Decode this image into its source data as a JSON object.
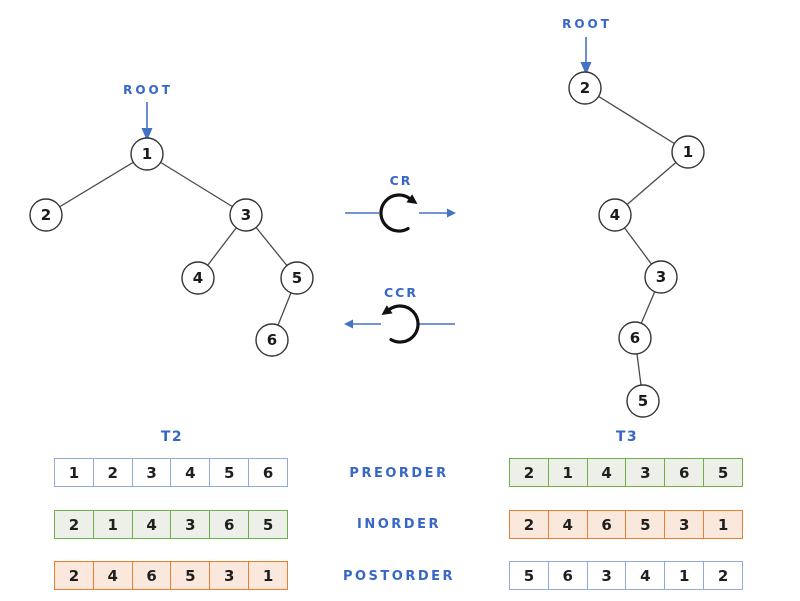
{
  "left_tree": {
    "root_label": "ROOT",
    "nodes": [
      "1",
      "2",
      "3",
      "4",
      "5",
      "6"
    ],
    "edges": [
      [
        "1",
        "2"
      ],
      [
        "1",
        "3"
      ],
      [
        "3",
        "4"
      ],
      [
        "3",
        "5"
      ],
      [
        "5",
        "6"
      ]
    ]
  },
  "right_tree": {
    "root_label": "ROOT",
    "nodes": [
      "2",
      "1",
      "4",
      "3",
      "6",
      "5"
    ],
    "edges": [
      [
        "2",
        "1"
      ],
      [
        "1",
        "4"
      ],
      [
        "4",
        "3"
      ],
      [
        "3",
        "6"
      ],
      [
        "6",
        "5"
      ]
    ]
  },
  "rotations": {
    "clockwise_label": "CR",
    "counterclockwise_label": "CCR"
  },
  "traversals": {
    "labels": [
      "PREORDER",
      "INORDER",
      "POSTORDER"
    ],
    "t2": {
      "title": "T2",
      "preorder": [
        "1",
        "2",
        "3",
        "4",
        "5",
        "6"
      ],
      "inorder": [
        "2",
        "1",
        "4",
        "3",
        "6",
        "5"
      ],
      "postorder": [
        "2",
        "4",
        "6",
        "5",
        "3",
        "1"
      ]
    },
    "t3": {
      "title": "T3",
      "preorder": [
        "2",
        "1",
        "4",
        "3",
        "6",
        "5"
      ],
      "inorder": [
        "2",
        "4",
        "6",
        "5",
        "3",
        "1"
      ],
      "postorder": [
        "5",
        "6",
        "3",
        "4",
        "1",
        "2"
      ]
    }
  },
  "colors": {
    "accent_blue_text": "#3667C8",
    "arrow_blue": "#4472C4",
    "rotation_icon_black": "#111111",
    "table_blue_border": "#8FAADC",
    "table_green_border": "#6FAE49",
    "table_green_fill": "#EDF0E8",
    "table_orange_border": "#ED7D31",
    "table_orange_fill": "#FBE8DD"
  }
}
